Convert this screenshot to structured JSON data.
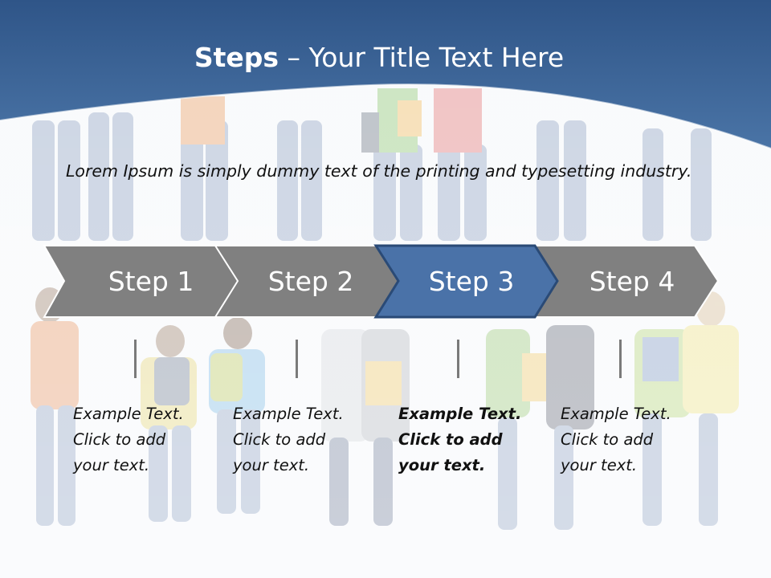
{
  "slide": {
    "title_bold": "Steps",
    "title_rest": " – Your Title Text Here",
    "intro": "Lorem Ipsum is simply dummy text of the printing and typesetting industry."
  },
  "steps": [
    {
      "label": "Step 1",
      "lines": [
        "Example Text.",
        "Click  to add",
        "your text."
      ],
      "active": false
    },
    {
      "label": "Step 2",
      "lines": [
        "Example Text.",
        "Click  to add",
        "your text."
      ],
      "active": false
    },
    {
      "label": "Step 3",
      "lines": [
        "Example Text.",
        "Click  to add",
        "your text."
      ],
      "active": true
    },
    {
      "label": "Step 4",
      "lines": [
        "Example Text.",
        "Click  to add",
        "your text."
      ],
      "active": false
    }
  ],
  "colors": {
    "header_blue": "#3c6494",
    "chevron_gray": "#808080",
    "chevron_active": "#4a72a8",
    "chevron_border": "#ffffff",
    "active_border": "#2a4a76"
  }
}
